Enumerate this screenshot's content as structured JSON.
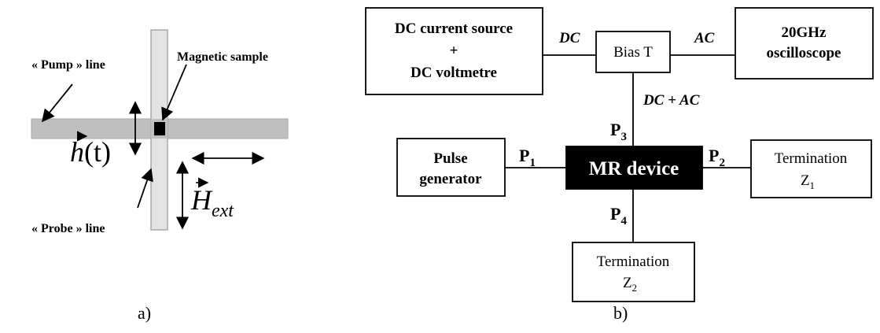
{
  "panel_a": {
    "caption": "a)",
    "pump_label": "« Pump » line",
    "probe_label": "« Probe » line",
    "sample_label": "Magnetic sample",
    "h_field": {
      "letter": "h",
      "arg": "(t)"
    },
    "H_field": {
      "letter": "H",
      "subscript": "ext"
    }
  },
  "panel_b": {
    "caption": "b)",
    "dc_source": {
      "line1": "DC current source",
      "line2": "+",
      "line3": "DC voltmetre"
    },
    "bias_t": "Bias T",
    "oscilloscope": {
      "line1": "20GHz",
      "line2": "oscilloscope"
    },
    "pulse_gen": {
      "line1": "Pulse",
      "line2": "generator"
    },
    "mr_device": "MR device",
    "term1": {
      "line1": "Termination",
      "letter": "Z",
      "sub": "1"
    },
    "term2": {
      "line1": "Termination",
      "letter": "Z",
      "sub": "2"
    },
    "wire_labels": {
      "dc": "DC",
      "ac": "AC",
      "dc_ac": "DC + AC"
    },
    "ports": [
      {
        "letter": "P",
        "sub": "1"
      },
      {
        "letter": "P",
        "sub": "2"
      },
      {
        "letter": "P",
        "sub": "3"
      },
      {
        "letter": "P",
        "sub": "4"
      }
    ]
  },
  "colors": {
    "line_gray": "#bfbfbf",
    "probe_fill": "#e3e3e3",
    "device_fill": "#000000"
  }
}
